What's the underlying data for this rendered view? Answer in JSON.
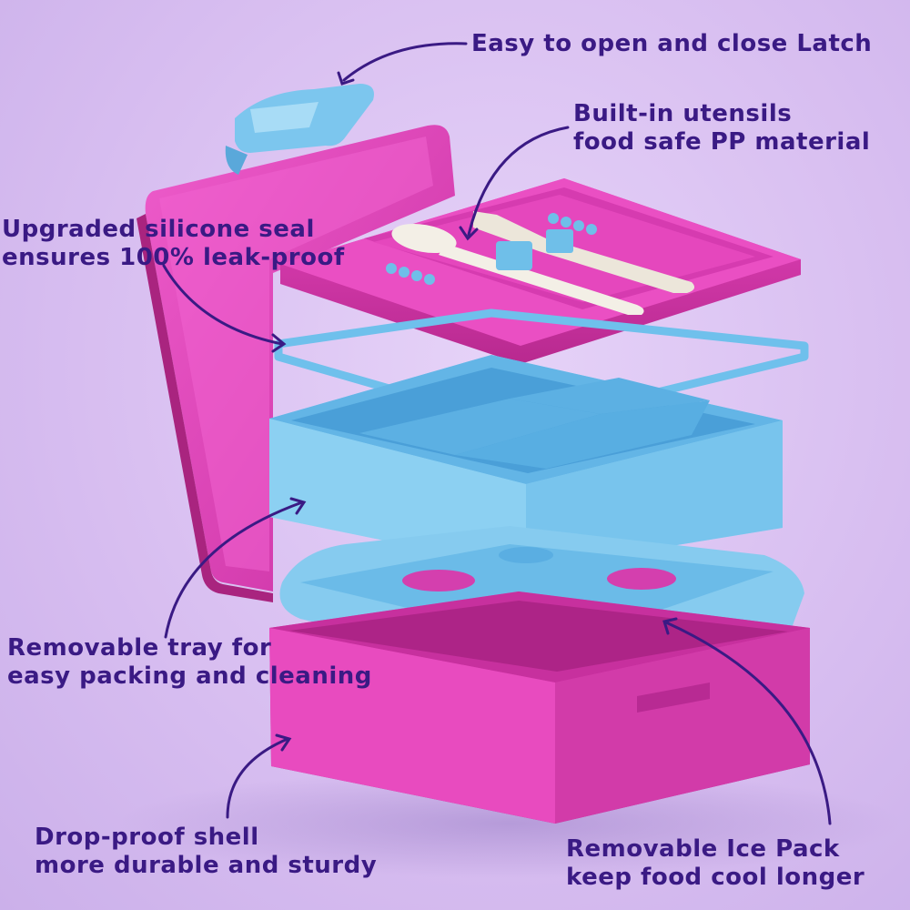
{
  "callouts": {
    "latch": {
      "lines": [
        "Easy to open and close Latch"
      ]
    },
    "utensils": {
      "lines": [
        "Built-in utensils",
        "food safe PP material"
      ]
    },
    "seal": {
      "lines": [
        "Upgraded silicone seal",
        "ensures 100% leak-proof"
      ]
    },
    "tray": {
      "lines": [
        "Removable tray for",
        "easy packing and cleaning"
      ]
    },
    "shell": {
      "lines": [
        "Drop-proof shell",
        "more durable and sturdy"
      ]
    },
    "ice": {
      "lines": [
        "Removable Ice Pack",
        "keep food cool longer"
      ]
    }
  },
  "colors": {
    "background": "#d9c2f2",
    "shell_pink": "#e23fb8",
    "shell_pink_dark": "#b82a93",
    "tray_blue": "#7cc6ee",
    "tray_blue_dark": "#4aa4dc",
    "utensil_white": "#f1ede4",
    "text": "#3a1a84"
  }
}
